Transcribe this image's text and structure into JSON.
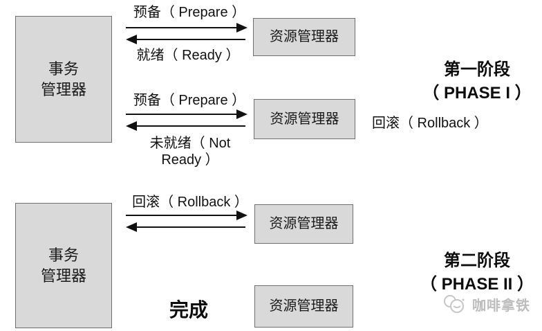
{
  "diagram": {
    "phase1": {
      "transaction_manager": "事务\n管理器",
      "resource_manager_1": "资源管理器",
      "resource_manager_2": "资源管理器",
      "arrow1_label": "预备（ Prepare ）",
      "arrow1_return_label": "就绪（ Ready ）",
      "arrow2_label": "预备（ Prepare ）",
      "arrow2_return_label": "未就绪（ Not\nReady ）",
      "phase_title": "第一阶段\n（ PHASE I ）",
      "rollback_note": "回滚（ Rollback ）"
    },
    "phase2": {
      "transaction_manager": "事务\n管理器",
      "resource_manager_3": "资源管理器",
      "resource_manager_4": "资源管理器",
      "arrow3_label": "回滚（ Rollback ）",
      "done_label": "完成",
      "phase_title": "第二阶段\n（ PHASE II ）"
    },
    "watermark_text": "咖啡拿铁"
  },
  "colors": {
    "box_fill": "#d9d9d9",
    "box_border": "#6e6e6e",
    "arrow": "#111111",
    "watermark": "#bdbdbd",
    "background": "#ffffff"
  }
}
